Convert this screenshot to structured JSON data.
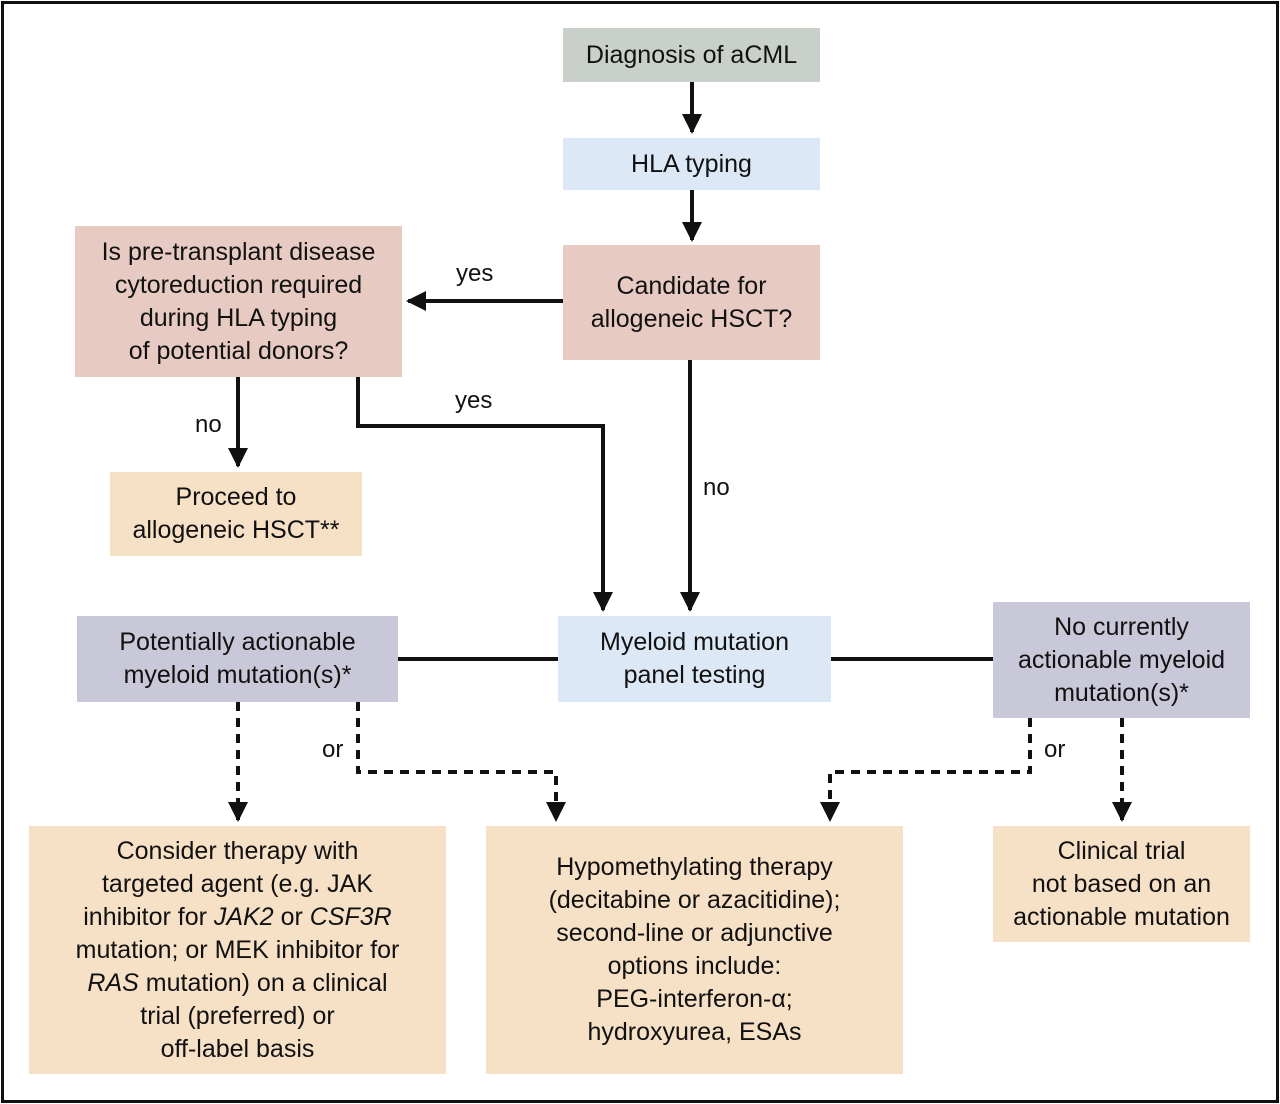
{
  "nodes": {
    "diagnosis": [
      "Diagnosis of aCML"
    ],
    "hla": [
      "HLA typing"
    ],
    "candidate": [
      "Candidate for",
      "allogeneic HSCT?"
    ],
    "cytoreduction": [
      "Is pre-transplant disease",
      "cytoreduction required",
      "during HLA typing",
      "of potential donors?"
    ],
    "proceed": [
      "Proceed to",
      "allogeneic HSCT**"
    ],
    "panel": [
      "Myeloid mutation",
      "panel testing"
    ],
    "actionable": [
      "Potentially actionable",
      "myeloid mutation(s)*"
    ],
    "not_actionable": [
      "No currently",
      "actionable myeloid",
      "mutation(s)*"
    ],
    "targeted": {
      "l1": "Consider therapy with",
      "l2": "targeted agent (e.g. JAK",
      "l3a": "inhibitor for ",
      "l3b": "JAK2",
      "l3c": " or ",
      "l3d": "CSF3R",
      "l4": "mutation; or MEK inhibitor for",
      "l5a": "RAS",
      "l5b": " mutation) on a clinical",
      "l6": "trial (preferred) or",
      "l7": "off-label basis"
    },
    "hypomethylating": [
      "Hypomethylating therapy",
      "(decitabine or azacitidine);",
      "second-line or adjunctive",
      "options include:",
      "PEG-interferon-α;",
      "hydroxyurea, ESAs"
    ],
    "trial": [
      "Clinical trial",
      "not based on an",
      "actionable mutation"
    ]
  },
  "edge_labels": {
    "yes_left": "yes",
    "yes_down": "yes",
    "no_candidate": "no",
    "no_cyto": "no",
    "or_left": "or",
    "or_right": "or"
  },
  "colors": {
    "gray": "#c9d0c9",
    "blue": "#dde8f6",
    "pink": "#e7cbc2",
    "tan": "#f6e0c6",
    "lavender": "#c8c8d8",
    "line": "#111111"
  }
}
